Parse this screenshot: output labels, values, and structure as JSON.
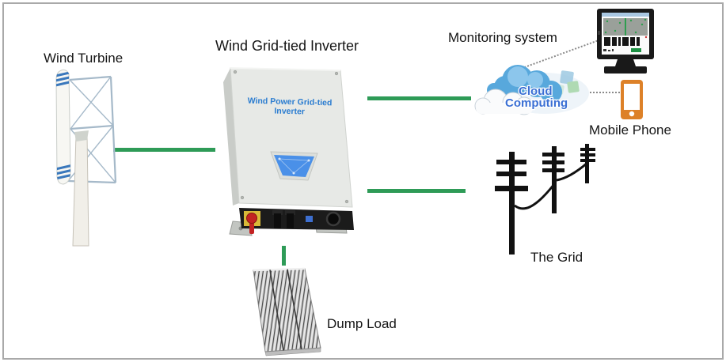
{
  "labels": {
    "wind_turbine": "Wind Turbine",
    "inverter": "Wind Grid-tied Inverter",
    "monitoring_system": "Monitoring system",
    "mobile_phone": "Mobile Phone",
    "the_grid": "The Grid",
    "dump_load": "Dump Load"
  },
  "inverter_device": {
    "text_line1": "Wind Power Grid-tied",
    "text_line2": "Inverter"
  },
  "cloud": {
    "text_line1": "Cloud",
    "text_line2": "Computing"
  },
  "colors": {
    "connector_green": "#2e9b57",
    "phone_orange": "#dd8128",
    "inverter_text_blue": "#2a7cd0",
    "cloud_text_blue": "#3a6fd4",
    "display_blue": "#4a90e8",
    "border_gray": "#a9a9a9"
  },
  "icons": {
    "wind_turbine": "vertical-axis-wind-turbine",
    "inverter": "wall-mount-inverter-box",
    "cloud": "cloud-computing-graphic",
    "monitor": "desktop-monitor-with-scada-screen",
    "phone": "smartphone",
    "grid": "utility-poles-with-wires",
    "dump_load": "finned-resistor-heatsink"
  }
}
